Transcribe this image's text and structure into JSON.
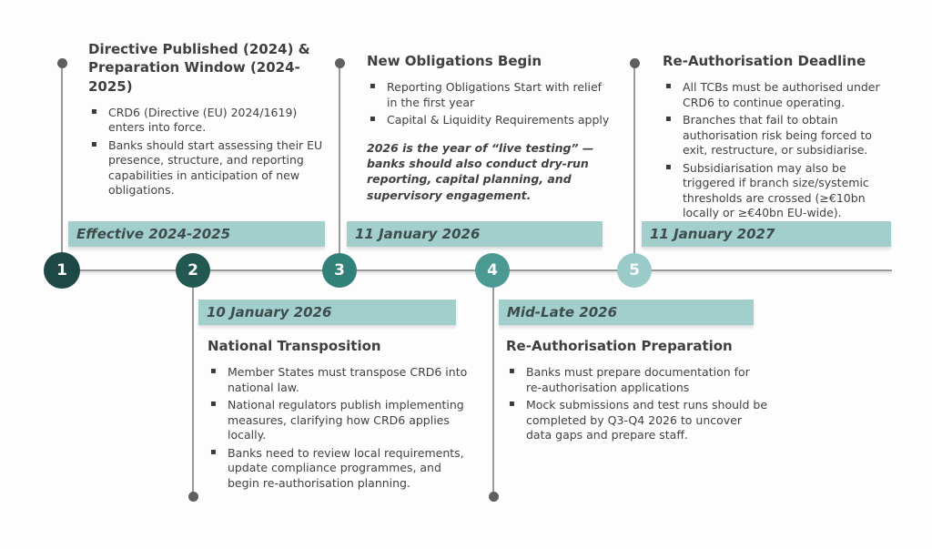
{
  "theme": {
    "bg": "#fdfdfd",
    "line-color": "#9a9a9a",
    "dot-color": "#5f5f5f",
    "banner-bg": "#a2cecc",
    "banner-text": "#3c4d4c",
    "title-color": "#3f3f3f",
    "body-color": "#414141",
    "node1": "#1d4845",
    "node2": "#235751",
    "node3": "#31807a",
    "node4": "#4a9a93",
    "node5": "#9bcbc9"
  },
  "timeline": {
    "milestones": [
      {
        "number": "1",
        "title": "Directive Published (2024) & Preparation Window (2024-2025)",
        "bullets": [
          "CRD6 (Directive (EU) 2024/1619) enters into force.",
          "Banks should start assessing their EU presence, structure, and reporting capabilities in anticipation of new obligations."
        ],
        "date_label": "Effective 2024-2025"
      },
      {
        "number": "2",
        "title": "National Transposition",
        "bullets": [
          "Member States must transpose CRD6 into national law.",
          "National regulators publish implementing measures, clarifying how CRD6 applies locally.",
          "Banks need to review local requirements, update compliance programmes, and begin re-authorisation planning."
        ],
        "date_label": "10 January 2026"
      },
      {
        "number": "3",
        "title": "New Obligations Begin",
        "bullets": [
          "Reporting Obligations Start with relief in the first year",
          "Capital & Liquidity Requirements apply"
        ],
        "note": "2026 is the year of “live testing” — banks should also conduct dry-run reporting, capital planning, and supervisory engagement.",
        "date_label": "11 January 2026"
      },
      {
        "number": "4",
        "title": "Re-Authorisation Preparation",
        "bullets": [
          "Banks must prepare documentation for re-authorisation applications",
          "Mock submissions and test runs should be completed by Q3-Q4 2026 to uncover data gaps and prepare staff."
        ],
        "date_label": "Mid-Late 2026"
      },
      {
        "number": "5",
        "title": "Re-Authorisation Deadline",
        "bullets": [
          "All TCBs must be authorised under CRD6 to continue operating.",
          "Branches that fail to obtain authorisation risk being forced to exit, restructure, or subsidiarise.",
          "Subsidiarisation may also be triggered if branch size/systemic thresholds are crossed (≥€10bn locally or ≥€40bn EU-wide)."
        ],
        "date_label": "11 January 2027"
      }
    ]
  }
}
